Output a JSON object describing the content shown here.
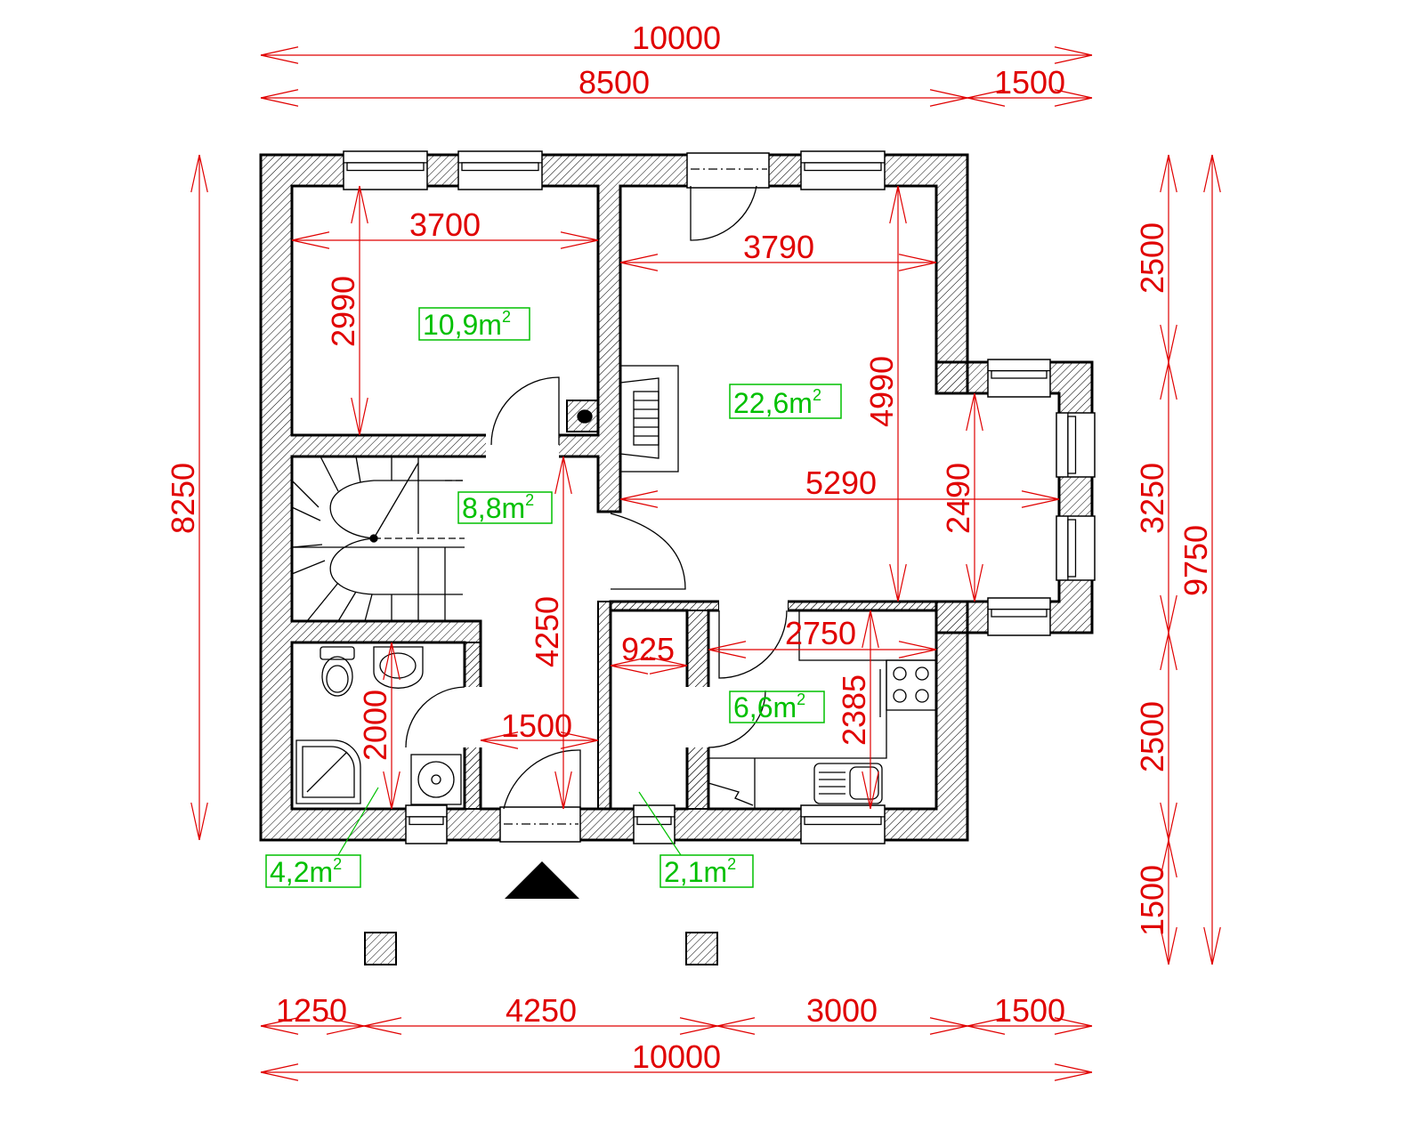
{
  "dimensions": {
    "top_total": "10000",
    "top_main": "8500",
    "top_bay": "1500",
    "left_total": "8250",
    "right_seg_1": "2500",
    "right_seg_2": "3250",
    "right_seg_3": "2500",
    "right_seg_4": "1500",
    "right_total": "9750",
    "bottom_seg_1": "1250",
    "bottom_seg_2": "4250",
    "bottom_seg_3": "3000",
    "bottom_seg_4": "1500",
    "bottom_total": "10000",
    "bedroom_width": "3700",
    "bedroom_depth": "2990",
    "living_width": "3790",
    "living_depth": "4990",
    "living_bay_width": "5290",
    "living_bay_depth": "2490",
    "hall_length": "4250",
    "hall_width": "1500",
    "bath_width": "2000",
    "wc_width": "925",
    "kitchen_width": "2750",
    "kitchen_depth": "2385"
  },
  "areas": {
    "bedroom": {
      "value": "10,9m",
      "unit_sup": "2"
    },
    "living": {
      "value": "22,6m",
      "unit_sup": "2"
    },
    "hall": {
      "value": "8,8m",
      "unit_sup": "2"
    },
    "kitchen": {
      "value": "6,6m",
      "unit_sup": "2"
    },
    "bathroom": {
      "value": "4,2m",
      "unit_sup": "2"
    },
    "wc": {
      "value": "2,1m",
      "unit_sup": "2"
    }
  },
  "colors": {
    "dimension": "#e00000",
    "area_label": "#00c000",
    "wall": "#000000"
  }
}
